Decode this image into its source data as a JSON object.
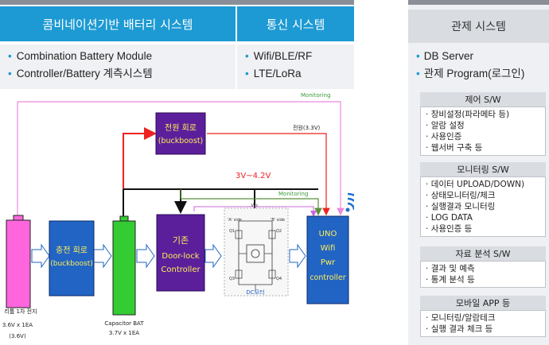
{
  "left": {
    "headers": [
      "콤비네이션기반 배터리 시스템",
      "통신 시스템"
    ],
    "battery_items": [
      "Combination  Battery Module",
      "Controller/Battery  계측시스템"
    ],
    "comm_items": [
      "Wifi/BLE/RF",
      "LTE/LoRa"
    ]
  },
  "diagram": {
    "monitoring_top": "Monitoring",
    "monitoring_mid": "Monitoring",
    "power_label": "전원(3.3V)",
    "voltage_range": "3V~4.2V",
    "power_circuit": [
      "전원 회로",
      "(buckboost)"
    ],
    "charge_circuit": [
      "충전 회로",
      "(buckboost)"
    ],
    "doorlock": [
      "기존",
      "Door-lock",
      "Controller"
    ],
    "uno": [
      "UNO",
      "Wifi",
      "Pwr",
      "controller"
    ],
    "dc_motor": "DC모터",
    "battery_left": [
      "리튬 1차 전지",
      "3.6V x 1EA",
      "(3.6V)"
    ],
    "capacitor": [
      "Capacitor BAT",
      "3.7V x 1EA"
    ],
    "hbridge_labels": [
      "Vcc",
      "'A' side",
      "'B' side",
      "Q1",
      "Q2",
      "Q3",
      "Q4"
    ]
  },
  "right": {
    "header": "관제 시스템",
    "items": [
      "DB Server",
      "관제 Program(로그인)"
    ],
    "sections": [
      {
        "title": "제어 S/W",
        "items": [
          "장비설정(파라메타  등)",
          "알람 설정",
          "사용인증",
          "웹서버  구축 등"
        ]
      },
      {
        "title": "모니터링  S/W",
        "items": [
          "데이터  UPLOAD/DOWN)",
          "상태모니터링/체크",
          "실행결과 모니터링",
          "LOG  DATA",
          "사용인증  등"
        ]
      },
      {
        "title": "자료 분석 S/W",
        "items": [
          "결과 및 예측",
          "통계 분석  등"
        ]
      },
      {
        "title": "모바일 APP 등",
        "items": [
          "모니터링/알람테크",
          "실행  결과  체크  등"
        ]
      }
    ]
  },
  "colors": {
    "header_blue": "#1d9ad3",
    "power_red": "#ee2222",
    "purple": "#5b1f9c",
    "green": "#33cc33",
    "pink": "#ff66dd",
    "blue_box": "#2264c4"
  }
}
